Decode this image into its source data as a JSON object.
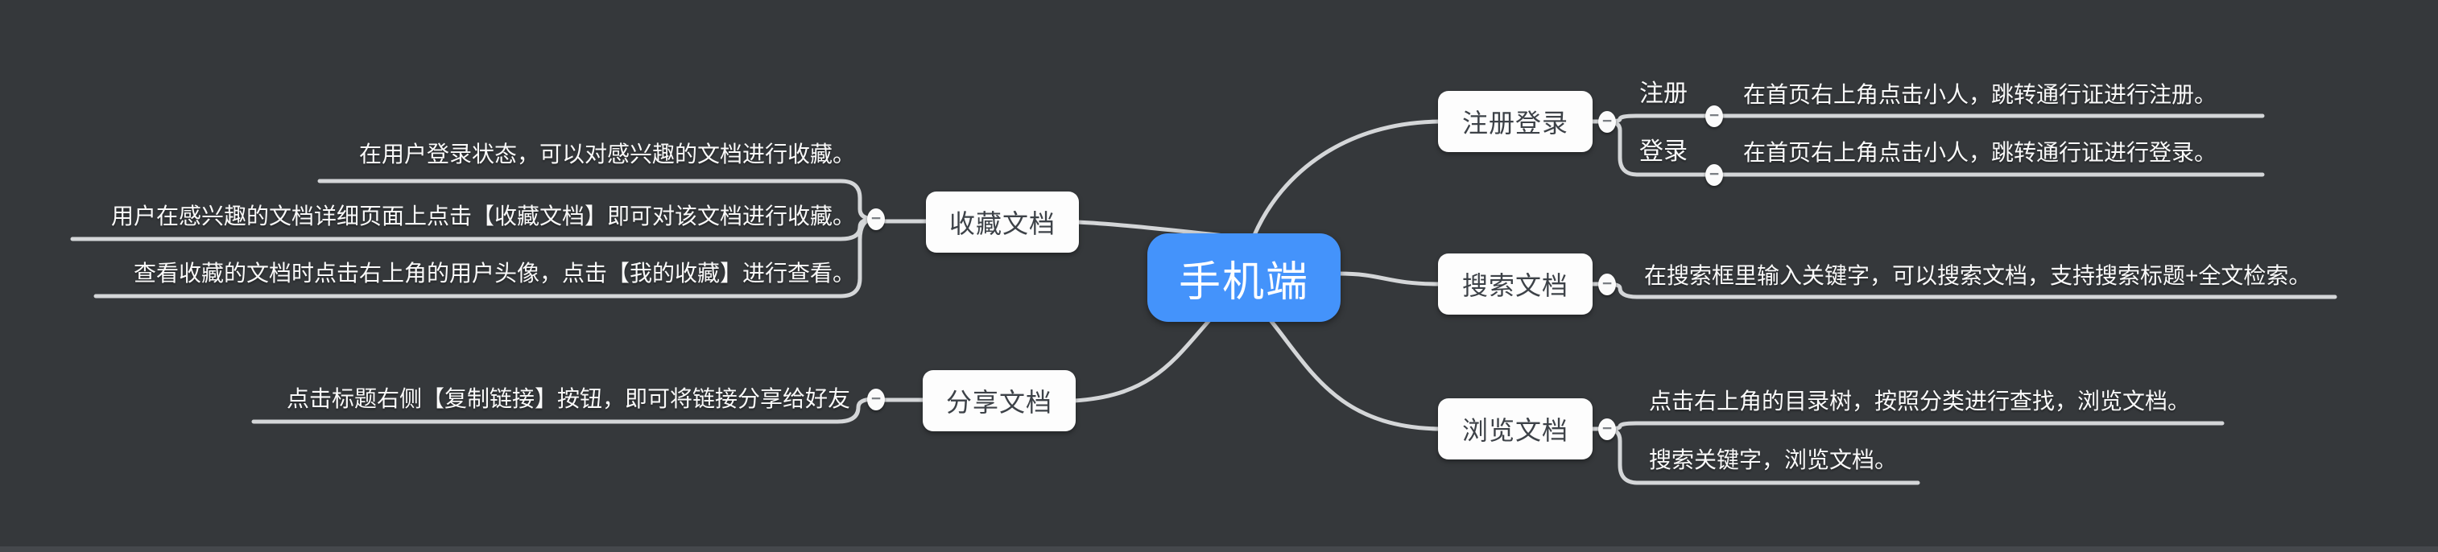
{
  "meta": {
    "background_color": "#35383b",
    "root_color": "#4493fb",
    "branch_node_color": "#fdfdfd",
    "line_color": "#d4d6d8",
    "text_color": "#fafafa"
  },
  "icons": {
    "collapse": "−"
  },
  "root": {
    "label": "手机端"
  },
  "left": [
    {
      "label": "收藏文档",
      "children": [
        {
          "label": "在用户登录状态，可以对感兴趣的文档进行收藏。"
        },
        {
          "label": "用户在感兴趣的文档详细页面上点击【收藏文档】即可对该文档进行收藏。"
        },
        {
          "label": "查看收藏的文档时点击右上角的用户头像，点击【我的收藏】进行查看。"
        }
      ]
    },
    {
      "label": "分享文档",
      "children": [
        {
          "label": "点击标题右侧【复制链接】按钮，即可将链接分享给好友"
        }
      ]
    }
  ],
  "right": [
    {
      "label": "注册登录",
      "children": [
        {
          "label": "注册",
          "children": [
            {
              "label": "在首页右上角点击小人，跳转通行证进行注册。"
            }
          ]
        },
        {
          "label": "登录",
          "children": [
            {
              "label": "在首页右上角点击小人，跳转通行证进行登录。"
            }
          ]
        }
      ]
    },
    {
      "label": "搜索文档",
      "children": [
        {
          "label": "在搜索框里输入关键字，可以搜索文档，支持搜索标题+全文检索。"
        }
      ]
    },
    {
      "label": "浏览文档",
      "children": [
        {
          "label": "点击右上角的目录树，按照分类进行查找，浏览文档。"
        },
        {
          "label": "搜索关键字，浏览文档。"
        }
      ]
    }
  ]
}
